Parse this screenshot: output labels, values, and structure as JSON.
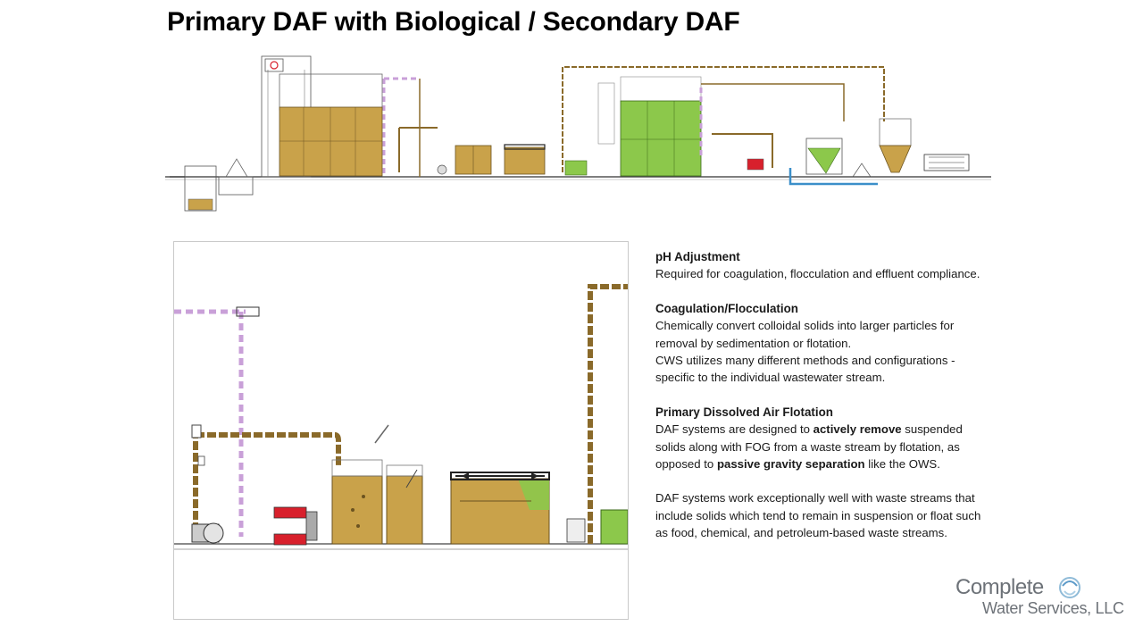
{
  "page": {
    "title": "Primary DAF with Biological / Secondary DAF"
  },
  "sections": [
    {
      "heading": "pH Adjustment",
      "paragraphs": [
        "Required for coagulation, flocculation and effluent compliance."
      ]
    },
    {
      "heading": "Coagulation/Flocculation",
      "paragraphs": [
        "Chemically convert colloidal solids into larger particles for removal by sedimentation or flotation.",
        "CWS utilizes many different methods and configurations - specific to the individual wastewater stream."
      ]
    },
    {
      "heading": "Primary Dissolved Air Flotation",
      "rich": {
        "part1": "DAF systems are designed to ",
        "bold1": "actively remove",
        "part2": " suspended solids along with FOG from a waste stream by flotation, as opposed to ",
        "bold2": "passive gravity separation",
        "part3": " like the OWS."
      }
    },
    {
      "paragraphs": [
        "DAF systems work exceptionally well with waste streams that include solids which tend to remain in suspension or float such as food, chemical, and petroleum-based waste streams."
      ]
    }
  ],
  "logo": {
    "line1": "Complete",
    "line2": "Water Services, LLC"
  },
  "colors": {
    "tank_tan": "#c9a24a",
    "tank_green": "#8cc84b",
    "pipe_brown": "#8a6a2a",
    "pipe_violet": "#c9a0d8",
    "pump_red": "#d8202c",
    "pipe_blue": "#3b8fc9"
  }
}
